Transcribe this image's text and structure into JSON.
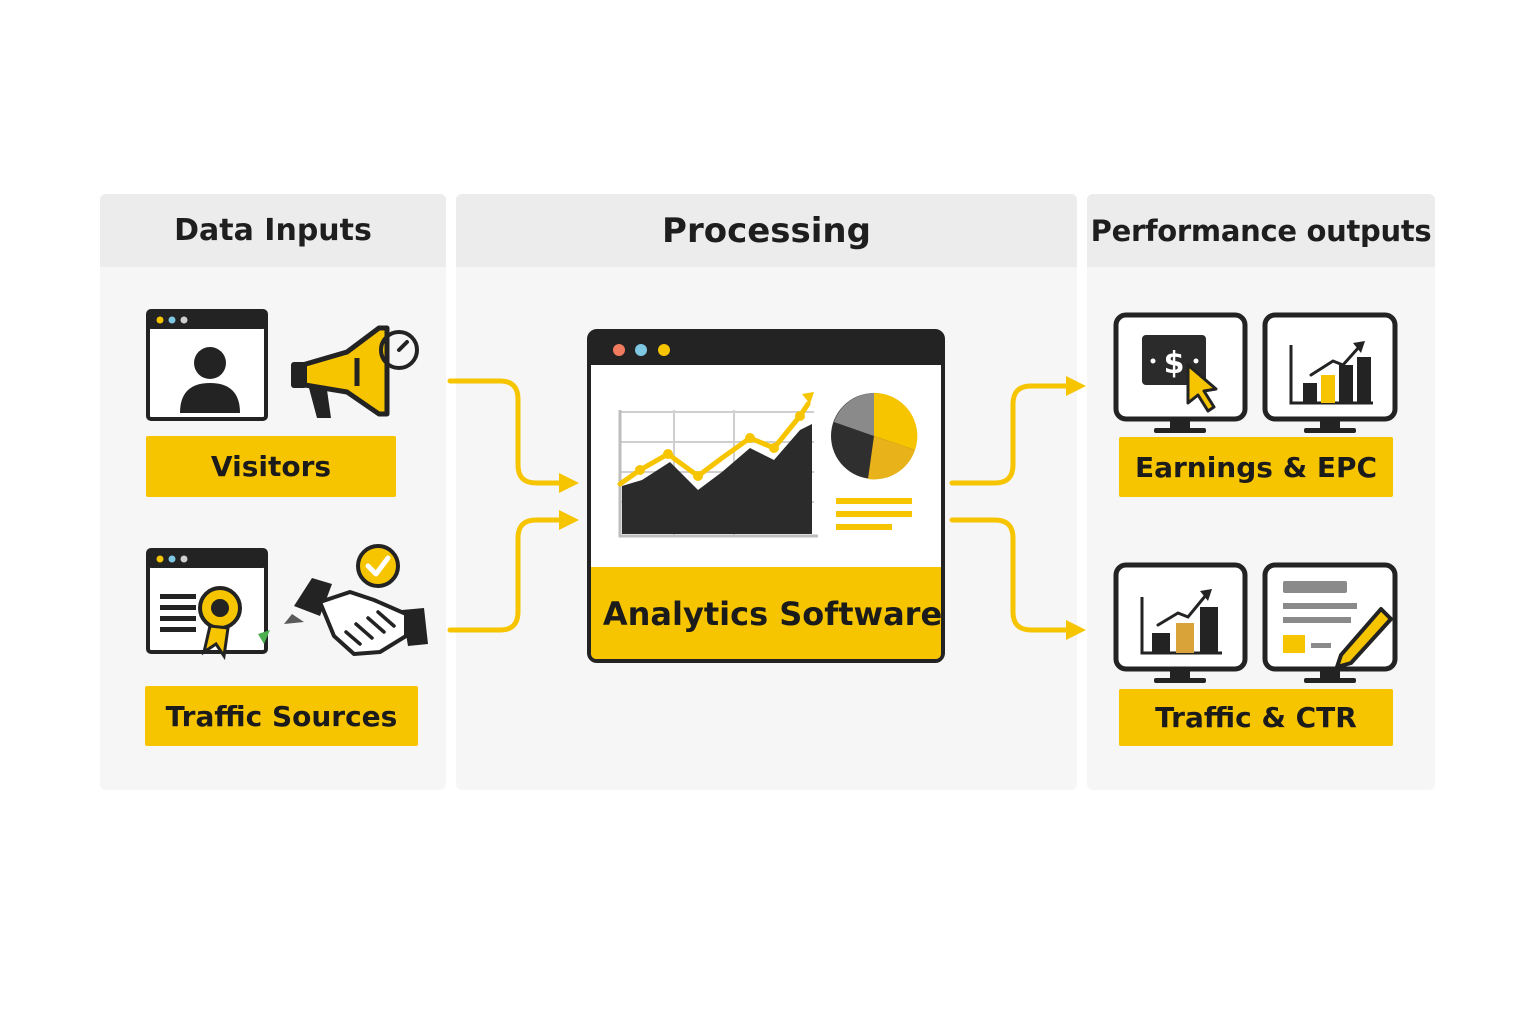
{
  "panels": {
    "inputs": {
      "title": "Data Inputs"
    },
    "processing": {
      "title": "Processing"
    },
    "outputs": {
      "title": "Performance outputs"
    }
  },
  "inputs": [
    {
      "label": "Visitors",
      "icons": [
        "browser-user-icon",
        "megaphone-icon"
      ]
    },
    {
      "label": "Traffic Sources",
      "icons": [
        "browser-badge-icon",
        "handshake-check-icon"
      ]
    }
  ],
  "processing": {
    "label": "Analytics Software",
    "icons": [
      "browser-window-icon",
      "area-line-chart-icon",
      "pie-chart-icon"
    ]
  },
  "outputs": [
    {
      "label": "Earnings & EPC",
      "icons": [
        "monitor-dollar-click-icon",
        "monitor-growth-bars-icon"
      ]
    },
    {
      "label": "Traffic & CTR",
      "icons": [
        "monitor-bar-chart-icon",
        "monitor-report-edit-icon"
      ]
    }
  ],
  "colors": {
    "accent": "#f7c400",
    "dark": "#232323",
    "panel_bg": "#f6f6f6",
    "header_bg": "#ececec"
  }
}
